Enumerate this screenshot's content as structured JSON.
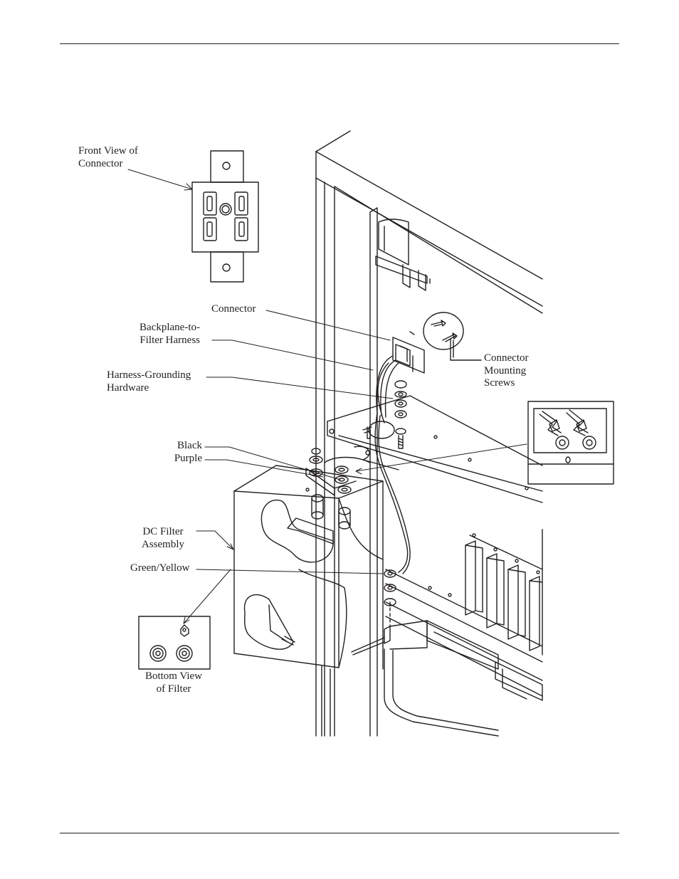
{
  "labels": {
    "front_view": [
      "Front View of",
      "Connector"
    ],
    "connector": "Connector",
    "backplane_harness": [
      "Backplane-to-",
      "Filter Harness"
    ],
    "harness_grounding": [
      "Harness-Grounding",
      "Hardware"
    ],
    "connector_screws": [
      "Connector",
      "Mounting",
      "Screws"
    ],
    "black": "Black",
    "purple": "Purple",
    "dc_filter": [
      "DC Filter",
      "Assembly"
    ],
    "green_yellow": "Green/Yellow",
    "bottom_view": [
      "Bottom View",
      "of Filter"
    ]
  }
}
